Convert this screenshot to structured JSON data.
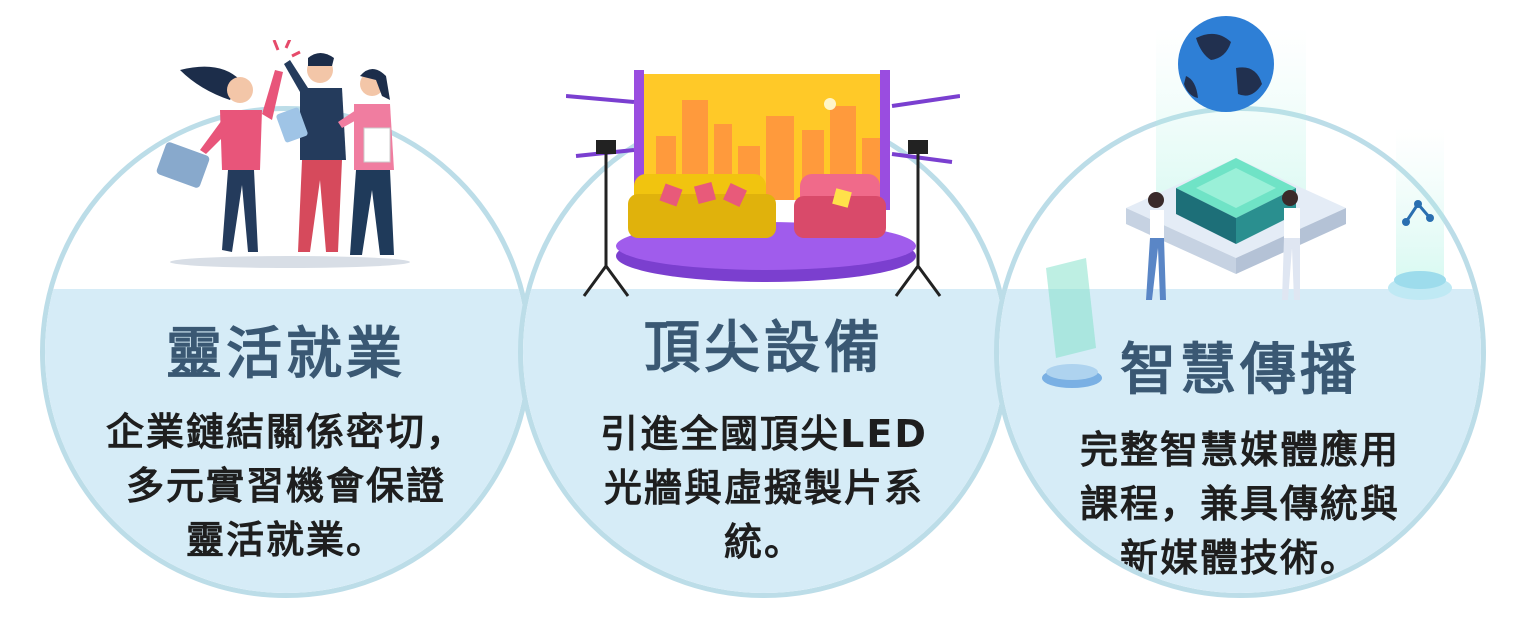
{
  "cards": [
    {
      "title": "靈活就業",
      "lines": [
        "企業鏈結關係密切，",
        "多元實習機會保證",
        "靈活就業。"
      ]
    },
    {
      "title": "頂尖設備",
      "lines": [
        "引進全國頂尖LED",
        "光牆與虛擬製片系",
        "統。"
      ]
    },
    {
      "title": "智慧傳播",
      "lines": [
        "完整智慧媒體應用",
        "課程，兼具傳統與",
        "新媒體技術。"
      ]
    }
  ],
  "colors": {
    "circle_border": "#bcdde8",
    "circle_fill": "#d6ecf7",
    "title": "#3a5873",
    "text": "#1e1e1e"
  },
  "icons": [
    "team-high-five-icon",
    "studio-stage-icon",
    "smart-chip-globe-icon"
  ]
}
